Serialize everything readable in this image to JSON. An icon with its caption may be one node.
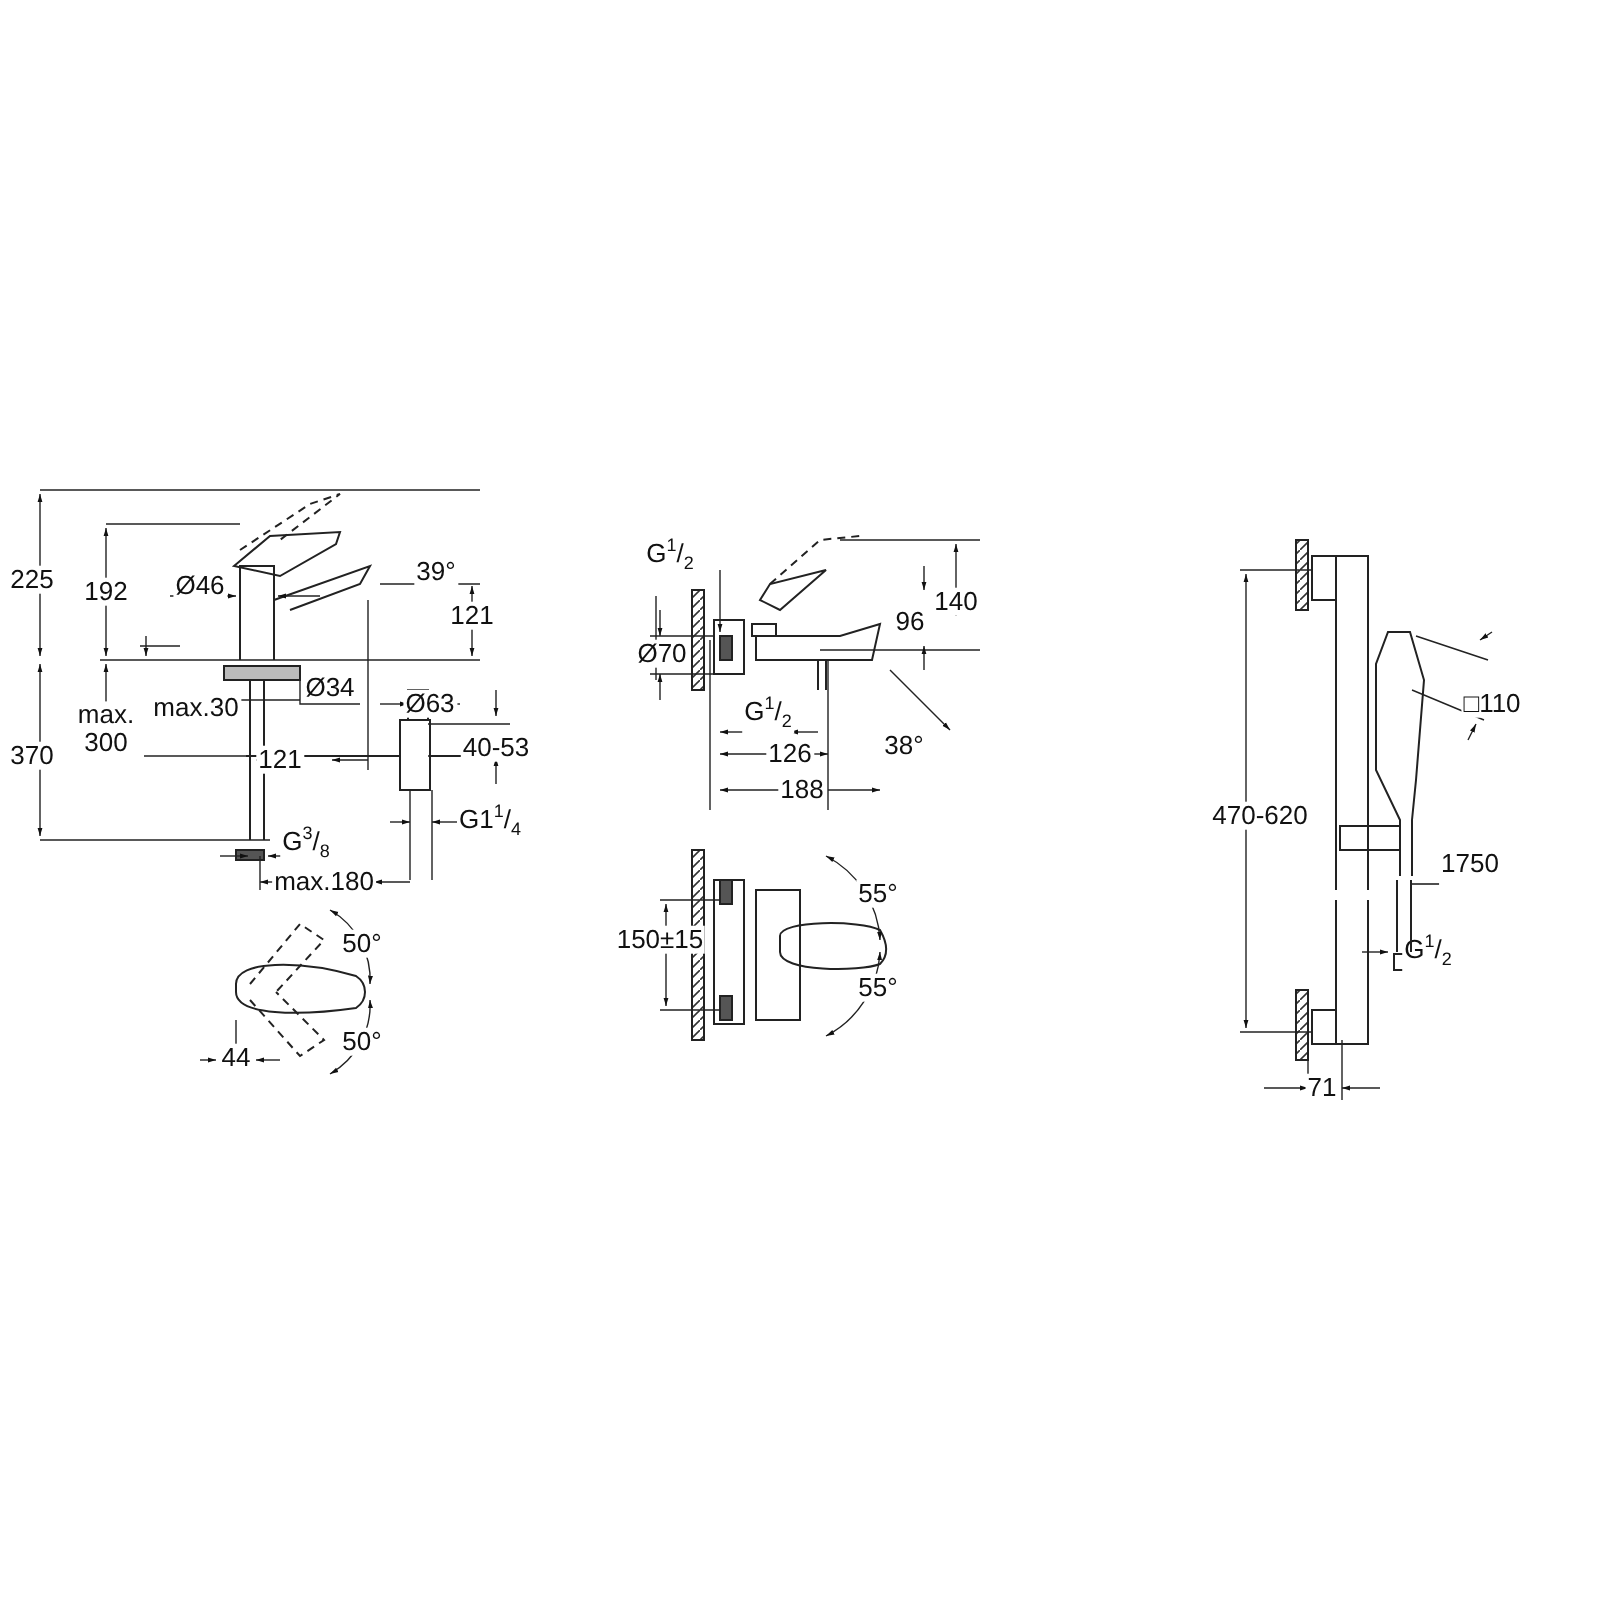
{
  "diagram": {
    "nodes": [
      {
        "text": [
          "1750"
        ]
      },
      {
        "text": [],
        "shape": "bar"
      }
    ],
    "edges": [
      {
        "from": 0,
        "to": 1,
        "arrow": "none"
      }
    ],
    "labels": [
      "225",
      "192",
      "Ø46",
      "39°",
      "121",
      "Ø34",
      "Ø63",
      "max. 300",
      "max.30",
      "40-53",
      "370",
      "121",
      "G$^{3}$/$_{8}$",
      "G1$^{1}$/$_{4}$",
      "max.180",
      "50°",
      "50°",
      "44",
      "G$^{1}$/$_{2}$",
      "140",
      "96",
      "Ø70",
      "G$^{1}$/$_{2}$",
      "126",
      "38°",
      "188",
      "55°",
      "150±15",
      "55°",
      "470-620",
      "□110",
      "G$^{1}$/$_{2}$",
      "71"
    ]
  }
}
